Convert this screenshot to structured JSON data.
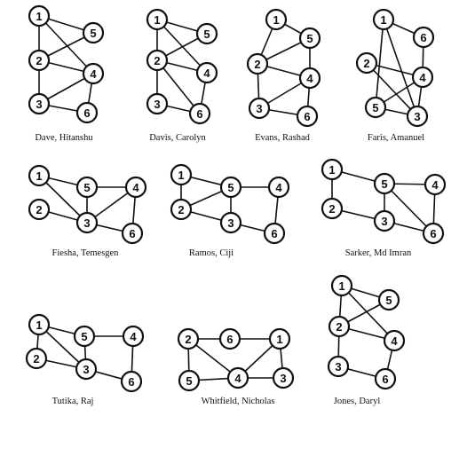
{
  "graphs": [
    {
      "name": "Dave, Hitanshu",
      "nodes": [
        "1",
        "5",
        "2",
        "4",
        "3",
        "6"
      ],
      "edges": [
        [
          "1",
          "5"
        ],
        [
          "1",
          "2"
        ],
        [
          "1",
          "4"
        ],
        [
          "2",
          "5"
        ],
        [
          "2",
          "4"
        ],
        [
          "2",
          "3"
        ],
        [
          "3",
          "4"
        ],
        [
          "3",
          "6"
        ],
        [
          "4",
          "6"
        ]
      ]
    },
    {
      "name": "Davis, Carolyn",
      "nodes": [
        "1",
        "5",
        "2",
        "4",
        "3",
        "6"
      ],
      "edges": [
        [
          "1",
          "5"
        ],
        [
          "1",
          "2"
        ],
        [
          "1",
          "4"
        ],
        [
          "2",
          "5"
        ],
        [
          "2",
          "4"
        ],
        [
          "2",
          "3"
        ],
        [
          "2",
          "6"
        ],
        [
          "3",
          "6"
        ],
        [
          "4",
          "6"
        ]
      ]
    },
    {
      "name": "Evans, Rashad",
      "nodes": [
        "1",
        "5",
        "2",
        "4",
        "3",
        "6"
      ],
      "edges": [
        [
          "1",
          "5"
        ],
        [
          "1",
          "2"
        ],
        [
          "2",
          "5"
        ],
        [
          "2",
          "4"
        ],
        [
          "2",
          "3"
        ],
        [
          "3",
          "4"
        ],
        [
          "3",
          "6"
        ],
        [
          "4",
          "6"
        ],
        [
          "5",
          "4"
        ]
      ]
    },
    {
      "name": "Faris, Amanuel",
      "nodes": [
        "1",
        "6",
        "2",
        "4",
        "5",
        "3"
      ],
      "edges": [
        [
          "1",
          "6"
        ],
        [
          "1",
          "5"
        ],
        [
          "1",
          "3"
        ],
        [
          "2",
          "4"
        ],
        [
          "2",
          "3"
        ],
        [
          "6",
          "4"
        ],
        [
          "4",
          "5"
        ],
        [
          "4",
          "3"
        ],
        [
          "5",
          "3"
        ]
      ]
    },
    {
      "name": "Fiesha, Temesgen",
      "nodes": [
        "1",
        "5",
        "4",
        "2",
        "3",
        "6"
      ],
      "edges": [
        [
          "1",
          "5"
        ],
        [
          "1",
          "3"
        ],
        [
          "2",
          "3"
        ],
        [
          "5",
          "4"
        ],
        [
          "5",
          "3"
        ],
        [
          "4",
          "3"
        ],
        [
          "4",
          "6"
        ],
        [
          "3",
          "6"
        ]
      ]
    },
    {
      "name": "Ramos, Ciji",
      "nodes": [
        "1",
        "5",
        "4",
        "2",
        "3",
        "6"
      ],
      "edges": [
        [
          "1",
          "5"
        ],
        [
          "1",
          "2"
        ],
        [
          "2",
          "5"
        ],
        [
          "2",
          "3"
        ],
        [
          "5",
          "4"
        ],
        [
          "5",
          "3"
        ],
        [
          "3",
          "6"
        ],
        [
          "4",
          "6"
        ]
      ]
    },
    {
      "name": "Sarker, Md Imran",
      "nodes": [
        "1",
        "5",
        "4",
        "2",
        "3",
        "6"
      ],
      "edges": [
        [
          "1",
          "5"
        ],
        [
          "1",
          "2"
        ],
        [
          "2",
          "3"
        ],
        [
          "5",
          "4"
        ],
        [
          "5",
          "3"
        ],
        [
          "5",
          "6"
        ],
        [
          "4",
          "6"
        ],
        [
          "3",
          "6"
        ]
      ]
    },
    {
      "name": "Tutika, Raj",
      "nodes": [
        "1",
        "5",
        "4",
        "2",
        "3",
        "6"
      ],
      "edges": [
        [
          "1",
          "5"
        ],
        [
          "1",
          "3"
        ],
        [
          "1",
          "2"
        ],
        [
          "2",
          "3"
        ],
        [
          "5",
          "4"
        ],
        [
          "5",
          "3"
        ],
        [
          "3",
          "6"
        ],
        [
          "4",
          "6"
        ]
      ]
    },
    {
      "name": "Whitfield, Nicholas",
      "nodes": [
        "2",
        "6",
        "1",
        "5",
        "4",
        "3"
      ],
      "edges": [
        [
          "2",
          "6"
        ],
        [
          "6",
          "1"
        ],
        [
          "2",
          "5"
        ],
        [
          "2",
          "4"
        ],
        [
          "5",
          "4"
        ],
        [
          "4",
          "1"
        ],
        [
          "4",
          "3"
        ],
        [
          "1",
          "3"
        ]
      ]
    },
    {
      "name": "Jones, Daryl",
      "nodes": [
        "1",
        "5",
        "2",
        "4",
        "3",
        "6"
      ],
      "edges": [
        [
          "1",
          "5"
        ],
        [
          "1",
          "2"
        ],
        [
          "1",
          "4"
        ],
        [
          "2",
          "5"
        ],
        [
          "2",
          "4"
        ],
        [
          "2",
          "3"
        ],
        [
          "3",
          "6"
        ],
        [
          "4",
          "6"
        ]
      ]
    }
  ]
}
